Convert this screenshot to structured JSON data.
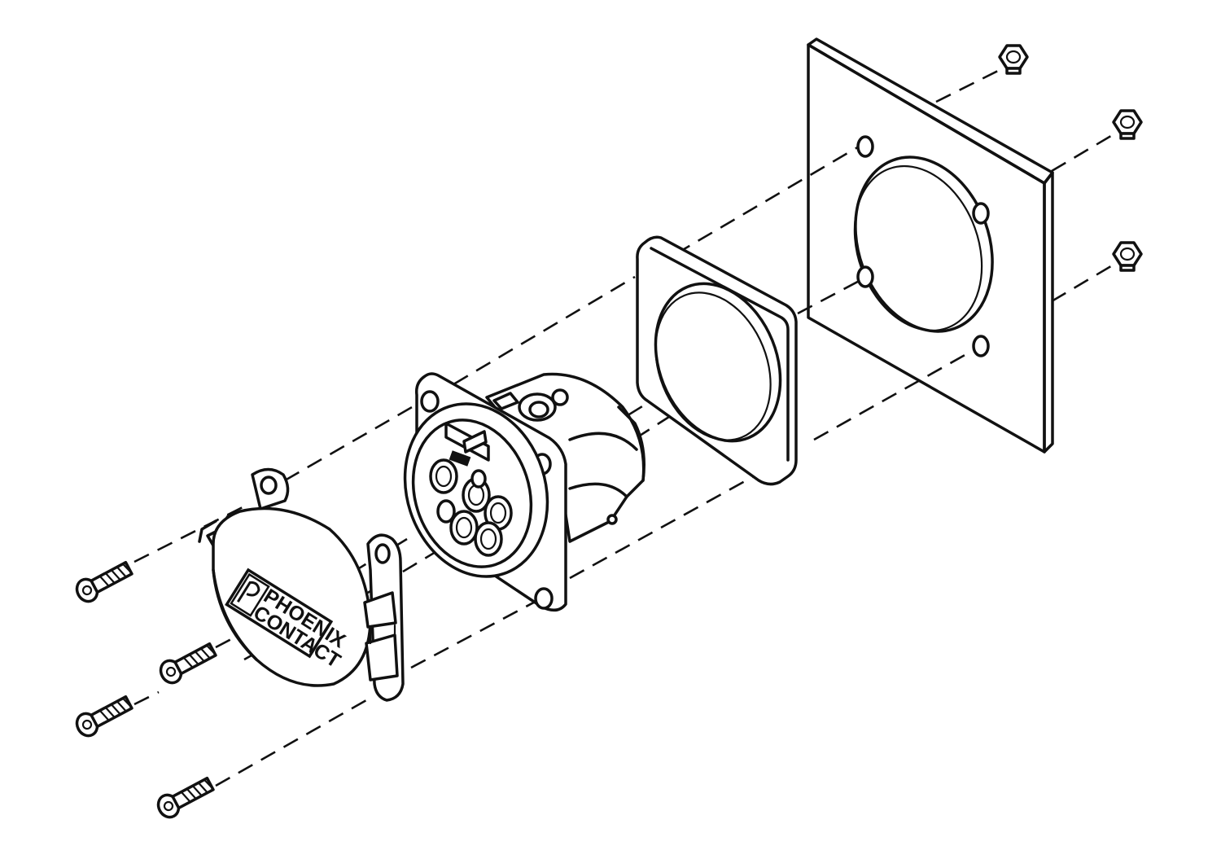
{
  "logo": {
    "line1": "PHOENIX",
    "line2": "CONTACT"
  },
  "colors": {
    "stroke": "#111111",
    "panel_fill": "#dcdcdc",
    "part_fill": "#ffffff"
  },
  "parts": {
    "screws": 4,
    "nuts": 3
  }
}
